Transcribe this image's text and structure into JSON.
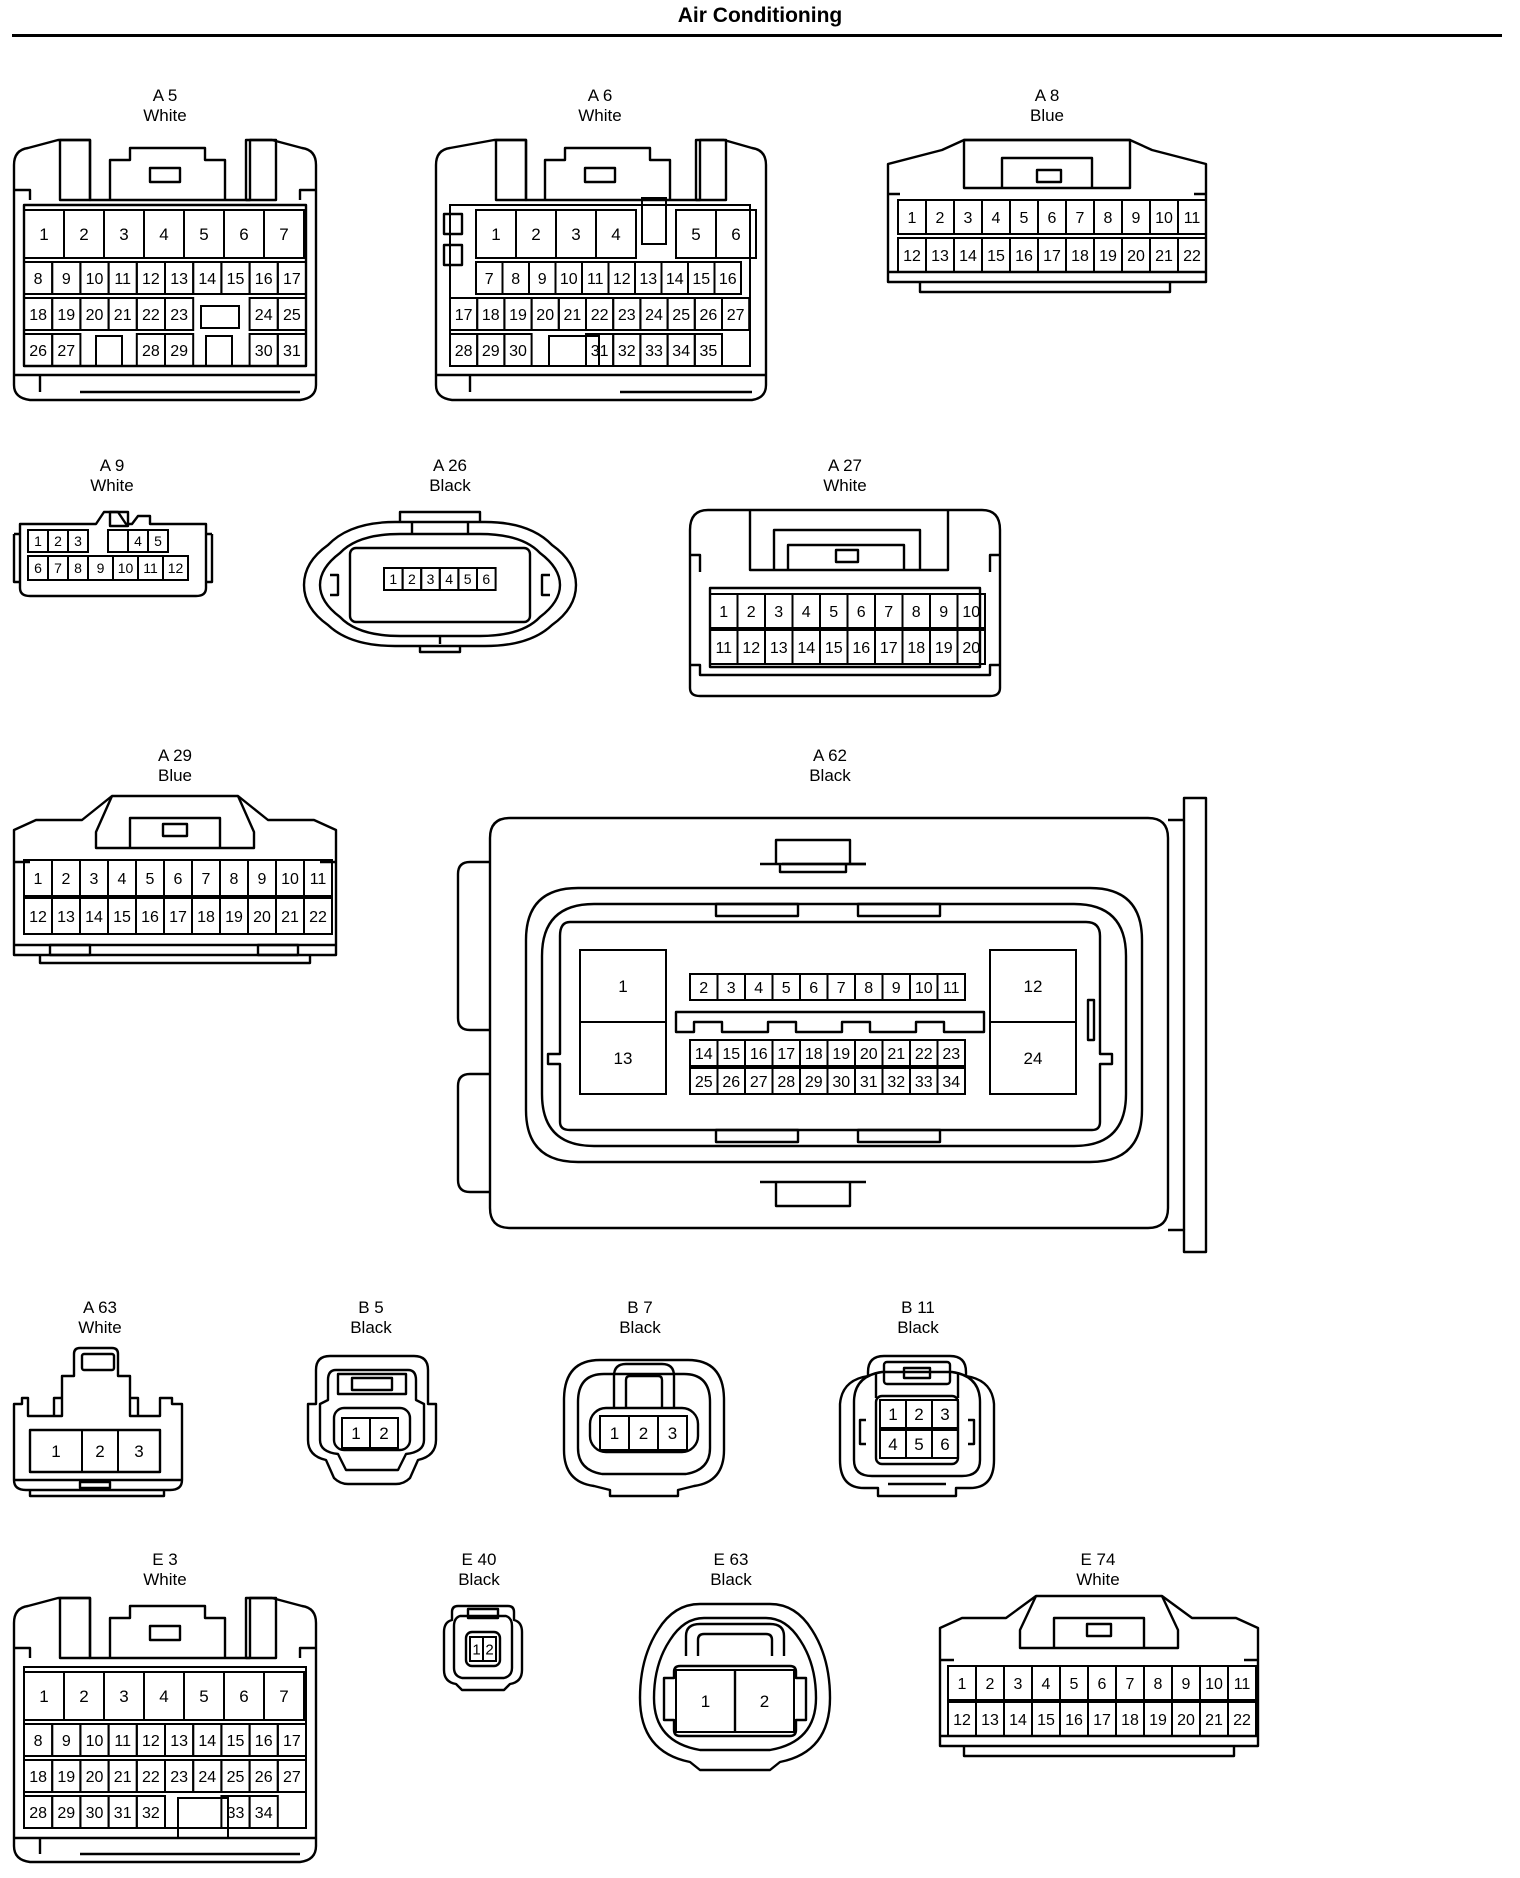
{
  "title": "Air Conditioning",
  "connectors": [
    {
      "id": "A 5",
      "color": "White"
    },
    {
      "id": "A 6",
      "color": "White"
    },
    {
      "id": "A 8",
      "color": "Blue"
    },
    {
      "id": "A 9",
      "color": "White"
    },
    {
      "id": "A 26",
      "color": "Black"
    },
    {
      "id": "A 27",
      "color": "White"
    },
    {
      "id": "A 29",
      "color": "Blue"
    },
    {
      "id": "A 62",
      "color": "Black"
    },
    {
      "id": "A 63",
      "color": "White"
    },
    {
      "id": "B 5",
      "color": "Black"
    },
    {
      "id": "B 7",
      "color": "Black"
    },
    {
      "id": "B 11",
      "color": "Black"
    },
    {
      "id": "E 3",
      "color": "White"
    },
    {
      "id": "E 40",
      "color": "Black"
    },
    {
      "id": "E 63",
      "color": "Black"
    },
    {
      "id": "E 74",
      "color": "White"
    }
  ],
  "pins": {
    "a5": {
      "rows": [
        [
          "1",
          "2",
          "3",
          "4",
          "5",
          "6",
          "7"
        ],
        [
          "8",
          "9",
          "10",
          "11",
          "12",
          "13",
          "14",
          "15",
          "16",
          "17"
        ],
        [
          "18",
          "19",
          "20",
          "21",
          "22",
          "23",
          "",
          "",
          "24",
          "25"
        ],
        [
          "26",
          "27",
          "",
          "",
          "28",
          "29",
          "",
          "",
          "30",
          "31"
        ]
      ]
    },
    "a6": {
      "rows": [
        [
          "",
          "1",
          "2",
          "3",
          "4",
          "",
          "5",
          "6"
        ],
        [
          "",
          "7",
          "8",
          "9",
          "10",
          "11",
          "12",
          "13",
          "14",
          "15",
          "16"
        ],
        [
          "17",
          "18",
          "19",
          "20",
          "21",
          "22",
          "23",
          "24",
          "25",
          "26",
          "27"
        ],
        [
          "28",
          "29",
          "30",
          "",
          "",
          "31",
          "32",
          "33",
          "34",
          "35"
        ]
      ]
    },
    "a8": {
      "rows": [
        [
          "1",
          "2",
          "3",
          "4",
          "5",
          "6",
          "7",
          "8",
          "9",
          "10",
          "11"
        ],
        [
          "12",
          "13",
          "14",
          "15",
          "16",
          "17",
          "18",
          "19",
          "20",
          "21",
          "22"
        ]
      ]
    },
    "a9": {
      "rows": [
        [
          "1",
          "2",
          "3",
          "",
          "",
          "4",
          "5"
        ],
        [
          "6",
          "7",
          "8",
          "9",
          "10",
          "11",
          "12"
        ]
      ]
    },
    "a26": {
      "rows": [
        [
          "1",
          "2",
          "3",
          "4",
          "5",
          "6"
        ]
      ]
    },
    "a27": {
      "rows": [
        [
          "1",
          "2",
          "3",
          "4",
          "5",
          "6",
          "7",
          "8",
          "9",
          "10"
        ],
        [
          "11",
          "12",
          "13",
          "14",
          "15",
          "16",
          "17",
          "18",
          "19",
          "20"
        ]
      ]
    },
    "a29": {
      "rows": [
        [
          "1",
          "2",
          "3",
          "4",
          "5",
          "6",
          "7",
          "8",
          "9",
          "10",
          "11"
        ],
        [
          "12",
          "13",
          "14",
          "15",
          "16",
          "17",
          "18",
          "19",
          "20",
          "21",
          "22"
        ]
      ]
    },
    "a62": {
      "large_left": [
        "1",
        "13"
      ],
      "large_right": [
        "12",
        "24"
      ],
      "row1": [
        "2",
        "3",
        "4",
        "5",
        "6",
        "7",
        "8",
        "9",
        "10",
        "11"
      ],
      "row2": [
        "14",
        "15",
        "16",
        "17",
        "18",
        "19",
        "20",
        "21",
        "22",
        "23"
      ],
      "row3": [
        "25",
        "26",
        "27",
        "28",
        "29",
        "30",
        "31",
        "32",
        "33",
        "34"
      ]
    },
    "a63": {
      "rows": [
        [
          "1",
          "2",
          "3"
        ]
      ]
    },
    "b5": {
      "rows": [
        [
          "1",
          "2"
        ]
      ]
    },
    "b7": {
      "rows": [
        [
          "1",
          "2",
          "3"
        ]
      ]
    },
    "b11": {
      "rows": [
        [
          "1",
          "2",
          "3"
        ],
        [
          "4",
          "5",
          "6"
        ]
      ]
    },
    "e3": {
      "rows": [
        [
          "1",
          "2",
          "3",
          "4",
          "5",
          "6",
          "7"
        ],
        [
          "8",
          "9",
          "10",
          "11",
          "12",
          "13",
          "14",
          "15",
          "16",
          "17"
        ],
        [
          "18",
          "19",
          "20",
          "21",
          "22",
          "23",
          "24",
          "25",
          "26",
          "27"
        ],
        [
          "28",
          "29",
          "30",
          "31",
          "32",
          "",
          "",
          "33",
          "34"
        ]
      ]
    },
    "e40": {
      "rows": [
        [
          "1",
          "2"
        ]
      ]
    },
    "e63": {
      "rows": [
        [
          "1",
          "2"
        ]
      ]
    },
    "e74": {
      "rows": [
        [
          "1",
          "2",
          "3",
          "4",
          "5",
          "6",
          "7",
          "8",
          "9",
          "10",
          "11"
        ],
        [
          "12",
          "13",
          "14",
          "15",
          "16",
          "17",
          "18",
          "19",
          "20",
          "21",
          "22"
        ]
      ]
    }
  }
}
